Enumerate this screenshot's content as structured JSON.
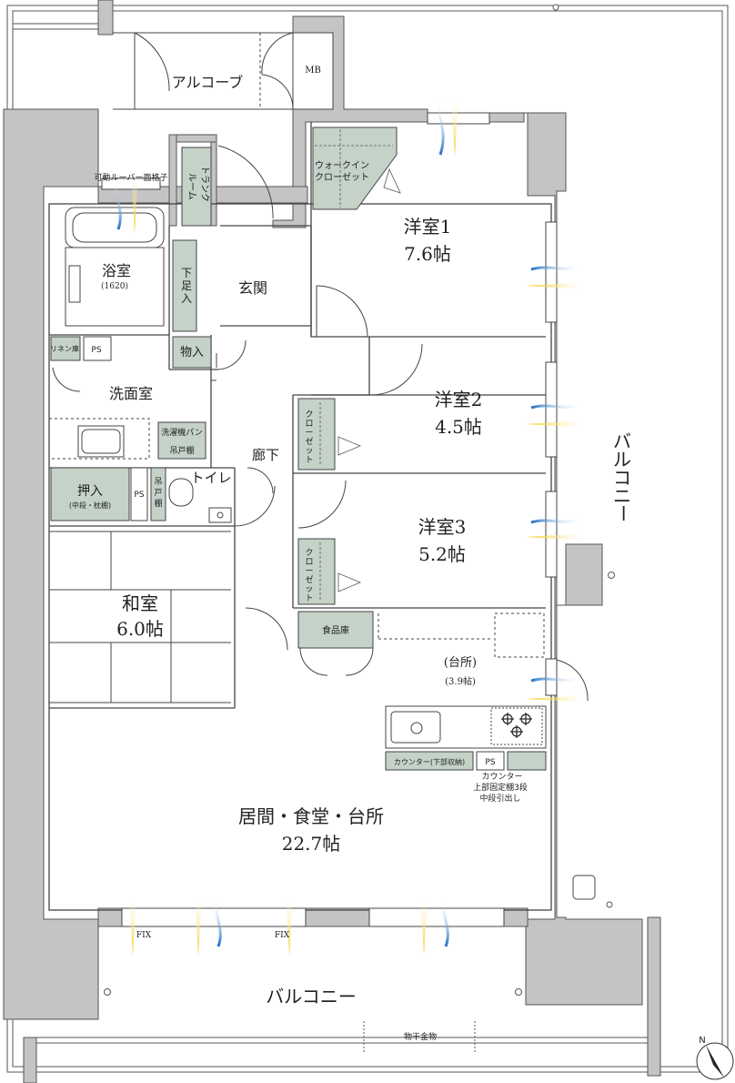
{
  "labels": {
    "alcove": "アルコーブ",
    "mb": "MB",
    "louver": "可動ルーバー面格子",
    "trunk_room_1": "トランク",
    "trunk_room_2": "ルーム",
    "walkin_1": "ウォークイン",
    "walkin_2": "クローゼット",
    "bath": "浴室",
    "bath_size": "(1620)",
    "shoe_1": "下",
    "shoe_2": "足",
    "shoe_3": "入",
    "entrance": "玄関",
    "linen": "リネン庫",
    "ps": "PS",
    "storage": "物入",
    "washroom": "洗面室",
    "washer_pan": "洗濯機パン",
    "hanging_shelf": "吊戸棚",
    "corridor": "廊下",
    "closet_chars": [
      "ク",
      "ロ",
      "ー",
      "ゼ",
      "ッ",
      "ト"
    ],
    "oshiire": "押入",
    "oshiire_sub": "(中段・枕棚)",
    "ps2": "PS",
    "hanging_v": [
      "吊",
      "戸",
      "棚"
    ],
    "toilet": "トイレ",
    "western1": "洋室1",
    "western1_size": "7.6帖",
    "western2": "洋室2",
    "western2_size": "4.5帖",
    "western3": "洋室3",
    "western3_size": "5.2帖",
    "washitsu": "和室",
    "washitsu_size": "6.0帖",
    "pantry": "食品庫",
    "kitchen": "(台所)",
    "kitchen_size": "(3.9帖)",
    "counter_storage": "カウンター(下部収納)",
    "ps3": "PS",
    "counter": "カウンター",
    "counter_note1": "上部固定棚3段",
    "counter_note2": "中段引出し",
    "living": "居間・食堂・台所",
    "living_size": "22.7帖",
    "fix_left": "FIX",
    "fix_right": "FIX",
    "balcony_south": "バルコニー",
    "balcony_east": [
      "バ",
      "ル",
      "コ",
      "ニ",
      "ー"
    ],
    "clothes_rod": "物干金物",
    "north": "N"
  },
  "colors": {
    "wall": "#c4c4c4",
    "wall_stroke": "#555555",
    "storage_fill": "#c4d2c8",
    "line": "#333333",
    "light_yellow": "#f4d000",
    "wind_blue": "#1e6fc4"
  }
}
